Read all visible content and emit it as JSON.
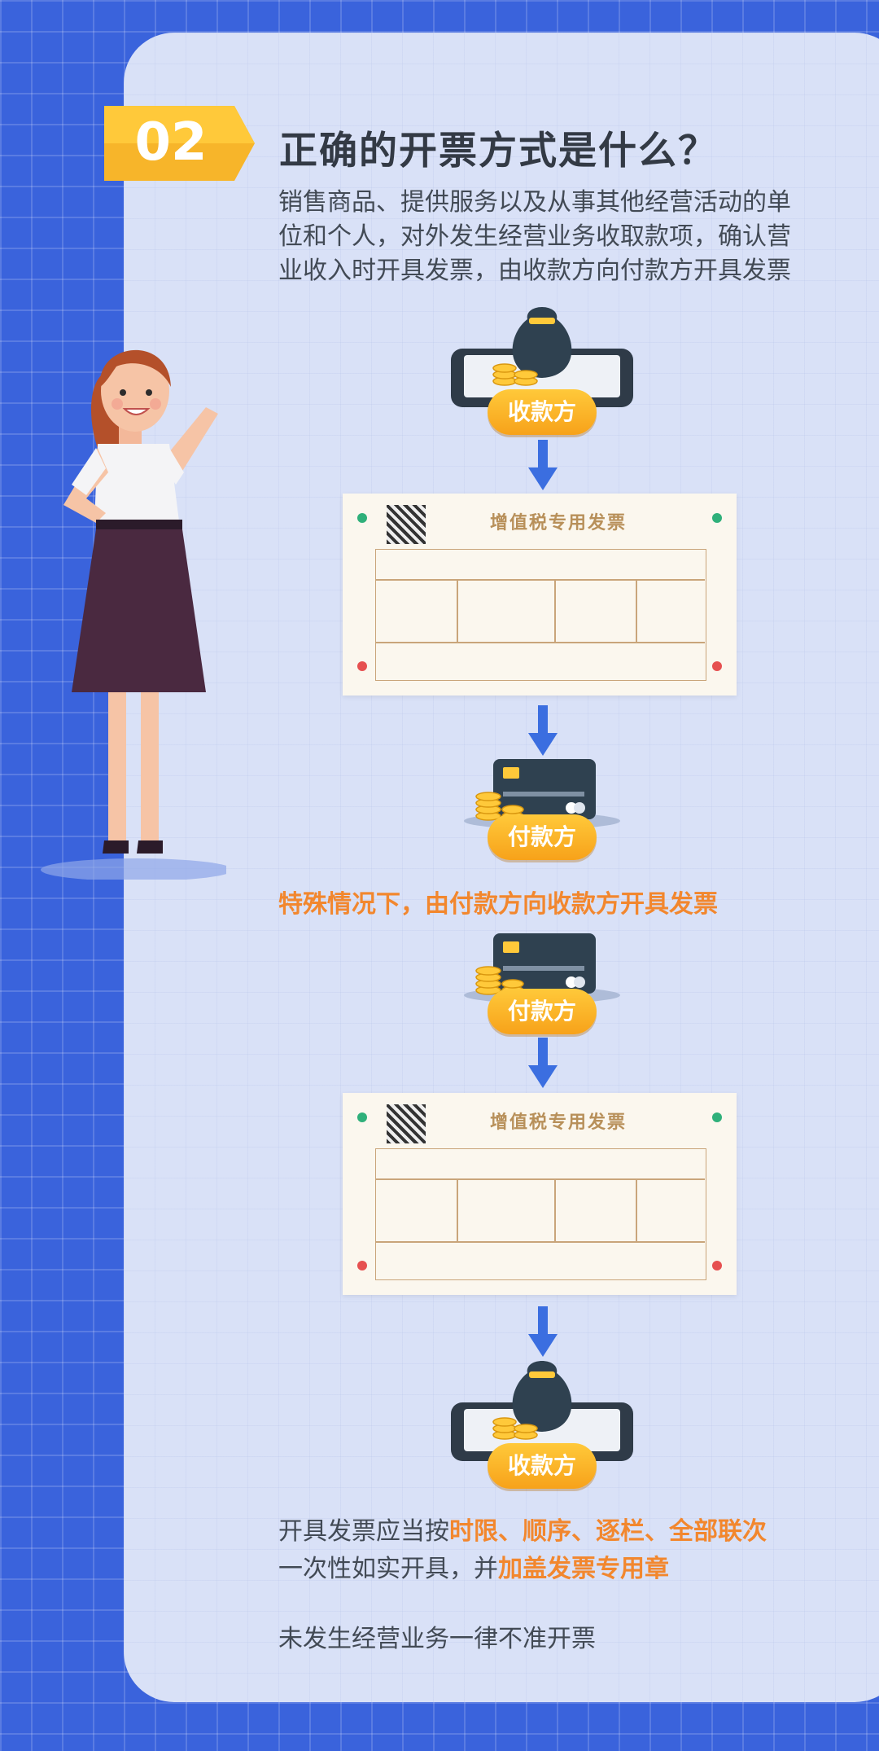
{
  "badge_number": "02",
  "title": "正确的开票方式是什么？",
  "intro": "销售商品、提供服务以及从事其他经营活动的单位和个人，对外发生经营业务收取款项，确认营业收入时开具发票，由收款方向付款方开具发票",
  "invoice_title": "增值税专用发票",
  "flow1": {
    "payee_label": "收款方",
    "payer_label": "付款方"
  },
  "special_case": "特殊情况下，由付款方向收款方开具发票",
  "flow2": {
    "payer_label": "付款方",
    "payee_label": "收款方"
  },
  "rule": {
    "part1": "开具发票应当按",
    "highlight1": "时限、顺序、逐栏、全部联次",
    "part2": "一次性如实开具，并",
    "highlight2": "加盖发票专用章"
  },
  "final_note": "未发生经营业务一律不准开票",
  "colors": {
    "background_blue": "#3a63dc",
    "card": "#d9e1f7",
    "accent_orange": "#f2872e",
    "pill_yellow": "#ffc93a",
    "arrow_blue": "#3b6ee0"
  }
}
